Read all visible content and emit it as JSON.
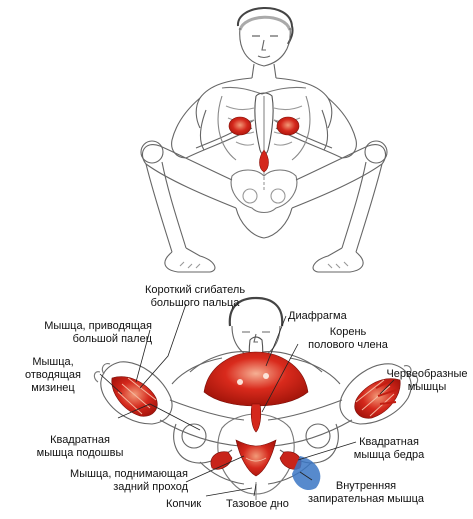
{
  "labels": {
    "flexor_hallucis_brevis": "Короткий сгибатель\nбольшого пальца",
    "adductor_hallucis": "Мышца, приводящая\nбольшой палец",
    "abductor_digiti_minimi": "Мышца, отводящая\nмизинец",
    "quadratus_plantae": "Квадратная\nмышца подошвы",
    "levator_ani": "Мышца, поднимающая\nзадний проход",
    "coccyx": "Копчик",
    "pelvic_floor": "Тазовое дно",
    "diaphragm": "Диафрагма",
    "penis_root": "Корень\nполового члена",
    "lumbricals": "Червеобразные\nмышцы",
    "quadratus_femoris": "Квадратная\nмышца бедра",
    "internal_obturator": "Внутренняя\nзапирательная мышца"
  },
  "colors": {
    "muscle_red": "#d4281c",
    "muscle_dark": "#a8140c",
    "muscle_light": "#ef8a6c",
    "outline": "#555555",
    "highlight_blue": "#3a76c4"
  }
}
